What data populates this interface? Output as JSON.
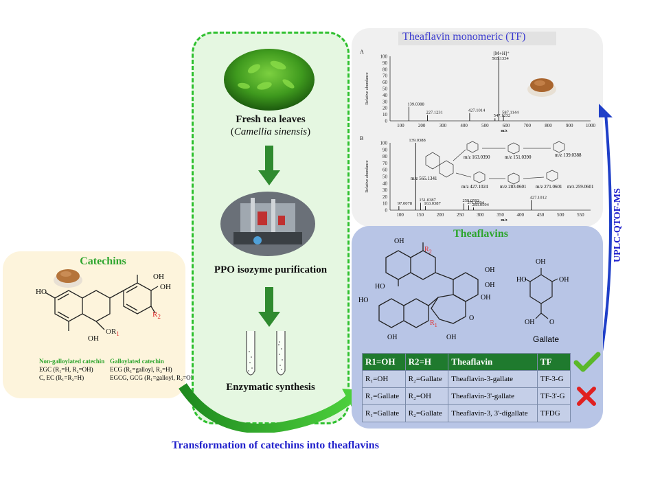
{
  "catechins": {
    "title": "Catechins",
    "substituent_ho_left": "HO",
    "substituent_oh_top": "OH",
    "substituent_oh_right": "OH",
    "substituent_oh_bottom": "OH",
    "or1": "OR",
    "r2": "R",
    "non_galloylated_header": "Non-galloylated catechin",
    "non_galloylated_line1": "EGC (R₁=H, R₂=OH)",
    "non_galloylated_line2": "C, EC (R₁=R₂=H)",
    "galloylated_header": "Galloylated catechin",
    "galloylated_line1": "ECG (R₁=galloyl, R₂=H)",
    "galloylated_line2": "EGCG, GCG (R₁=galloyl, R₂=OH)"
  },
  "process": {
    "step1_title": "Fresh tea leaves",
    "step1_subtitle_open": "(",
    "step1_subtitle_species": "Camellia sinensis",
    "step1_subtitle_close": ")",
    "step2_title": "PPO isozyme purification",
    "step3_title": "Enzymatic synthesis"
  },
  "tf_panel": {
    "title": "Theaflavin  monomeric (TF)",
    "spectrum_a": {
      "label": "A",
      "ylabel": "Relative abundance",
      "xlabel": "m/z",
      "yticks": [
        "100",
        "90",
        "80",
        "70",
        "60",
        "50",
        "40",
        "30",
        "20",
        "10",
        "0"
      ],
      "xticks": [
        "100",
        "200",
        "300",
        "400",
        "500",
        "600",
        "700",
        "800",
        "900",
        "1000"
      ],
      "peak_top_label1": "[M+H]⁺",
      "peak_top_label2": "565.1334",
      "peaks": [
        {
          "mz": 139.0388,
          "label": "139.0388",
          "height": 22
        },
        {
          "mz": 227.1231,
          "label": "227.1231",
          "height": 9
        },
        {
          "mz": 427.1014,
          "label": "427.1014",
          "height": 12
        },
        {
          "mz": 547.1232,
          "label": "547.1232",
          "height": 4
        },
        {
          "mz": 565.1334,
          "label": "",
          "height": 100
        },
        {
          "mz": 587.1144,
          "label": "587.1144",
          "height": 9
        }
      ]
    },
    "spectrum_b": {
      "label": "B",
      "ylabel": "Relative abundance",
      "xlabel": "m/z",
      "yticks": [
        "100",
        "90",
        "80",
        "70",
        "60",
        "50",
        "40",
        "30",
        "20",
        "10",
        "0"
      ],
      "xticks": [
        "100",
        "150",
        "200",
        "250",
        "300",
        "350",
        "400",
        "450",
        "500",
        "550"
      ],
      "peak_top_label": "139.0388",
      "peaks": [
        {
          "mz": 97.0078,
          "label": "97.0078",
          "height": 6
        },
        {
          "mz": 139.0388,
          "label": "",
          "height": 100
        },
        {
          "mz": 151.0387,
          "label": "151.0387",
          "height": 11
        },
        {
          "mz": 163.0387,
          "label": "163.0387",
          "height": 6
        },
        {
          "mz": 259.0593,
          "label": "259.0593",
          "height": 10
        },
        {
          "mz": 271.0594,
          "label": "271.0594",
          "height": 7
        },
        {
          "mz": 283.0594,
          "label": "283.0594",
          "height": 4
        },
        {
          "mz": 427.1012,
          "label": "427.1012",
          "height": 15
        }
      ],
      "fragments": [
        "m/z 163.0390",
        "m/z 151.0390",
        "m/z 139.0388",
        "m/z 565.1341",
        "m/z 427.1024",
        "m/z 283.0601",
        "m/z 271.0601",
        "m/z 259.0601"
      ]
    }
  },
  "theaflavins": {
    "title": "Theaflavins",
    "labels": {
      "oh_top": "OH",
      "r2": "R",
      "ho_left": "HO",
      "oh_right1": "OH",
      "oh_right2": "OH",
      "oh_right3": "OH",
      "ho_left2": "HO",
      "r1": "R",
      "oh_bottom1": "OH",
      "oh_bottom2": "OH",
      "o_keto": "O",
      "ho_gallate": "HO",
      "oh_gallate_top": "OH",
      "oh_gallate_right": "OH",
      "gallate_oh": "OH",
      "gallate_o": "O",
      "gallate_name": "Gallate"
    },
    "table": {
      "headers": [
        "R1=OH",
        "R2=H",
        "Theaflavin",
        "TF"
      ],
      "rows": [
        [
          "R₁=OH",
          "R₂=Gallate",
          "Theaflavin-3-gallate",
          "TF-3-G"
        ],
        [
          "R₁=Gallate",
          "R₂=OH",
          "Theaflavin-3'-gallate",
          "TF-3'-G"
        ],
        [
          "R₁=Gallate",
          "R₂=Gallate",
          "Theaflavin-3, 3'-digallate",
          "TFDG"
        ]
      ]
    }
  },
  "side_label": "UPLC-QTOF-MS",
  "caption": "Transformation  of catechins into theaflavins",
  "colors": {
    "green_title": "#2ea52e",
    "blue_caption": "#2222cc",
    "check": "#5bb82a",
    "cross": "#e02020",
    "header_green": "#1f7a2e"
  }
}
